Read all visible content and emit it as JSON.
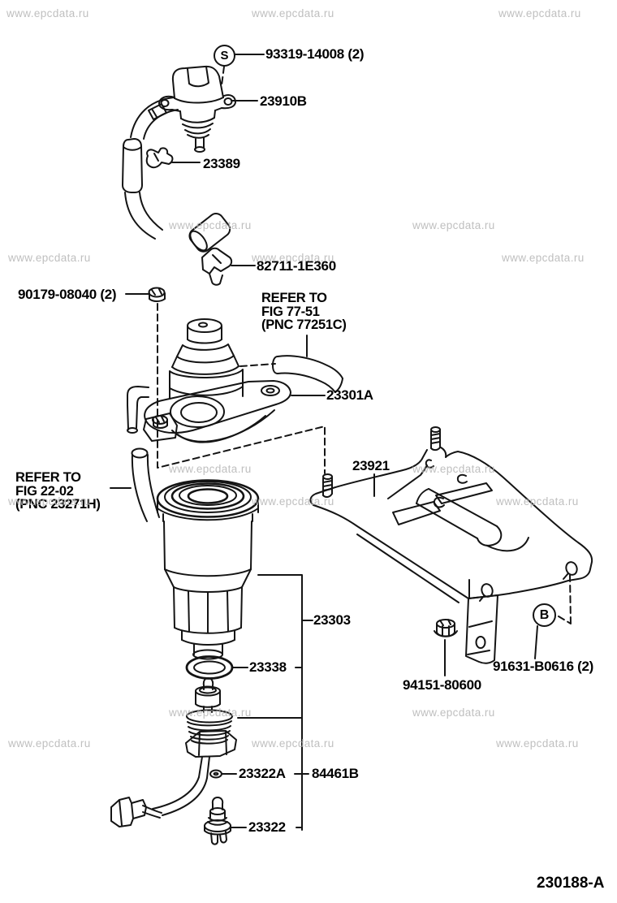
{
  "document": {
    "drawing_number": "230188-A",
    "watermark": "www.epcdata.ru"
  },
  "symbols": {
    "s": "S",
    "b": "B"
  },
  "parts": {
    "screw_93319": "93319-14008 (2)",
    "vsv_23910b": "23910B",
    "clamp_23389": "23389",
    "connector_82711": "82711-1E360",
    "nut_90179": "90179-08040 (2)",
    "pump_23301a": "23301A",
    "bracket_23921": "23921",
    "filter_23303": "23303",
    "gasket_23338": "23338",
    "bolt_91631": "91631-B0616 (2)",
    "nut_94151": "94151-80600",
    "oring_23322a": "23322A",
    "sensor_84461b": "84461B",
    "switch_23322": "23322"
  },
  "notes": {
    "fig77": [
      "REFER TO",
      "FIG 77-51",
      "(PNC 77251C)"
    ],
    "fig22": [
      "REFER TO",
      "FIG 22-02",
      "(PNC 23271H)"
    ]
  }
}
